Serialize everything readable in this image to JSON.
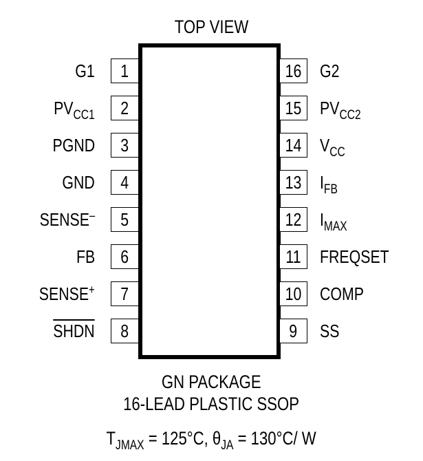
{
  "title": "TOP VIEW",
  "package": {
    "name": "GN PACKAGE",
    "description": "16-LEAD PLASTIC SSOP",
    "thermal": {
      "tjmax_symbol": "T",
      "tjmax_sub": "JMAX",
      "tjmax_value": " = 125°C, ",
      "theta_symbol": "θ",
      "theta_sub": "JA",
      "theta_value": " = 130°C/ W"
    }
  },
  "pins_left": [
    {
      "number": "1",
      "name": "G1",
      "sub": "",
      "sup": "",
      "overline": false
    },
    {
      "number": "2",
      "name": "PV",
      "sub": "CC1",
      "sup": "",
      "overline": false
    },
    {
      "number": "3",
      "name": "PGND",
      "sub": "",
      "sup": "",
      "overline": false
    },
    {
      "number": "4",
      "name": "GND",
      "sub": "",
      "sup": "",
      "overline": false
    },
    {
      "number": "5",
      "name": "SENSE",
      "sub": "",
      "sup": "–",
      "overline": false
    },
    {
      "number": "6",
      "name": "FB",
      "sub": "",
      "sup": "",
      "overline": false
    },
    {
      "number": "7",
      "name": "SENSE",
      "sub": "",
      "sup": "+",
      "overline": false
    },
    {
      "number": "8",
      "name": "SHDN",
      "sub": "",
      "sup": "",
      "overline": true
    }
  ],
  "pins_right": [
    {
      "number": "16",
      "name": "G2",
      "sub": ""
    },
    {
      "number": "15",
      "name": "PV",
      "sub": "CC2"
    },
    {
      "number": "14",
      "name": "V",
      "sub": "CC"
    },
    {
      "number": "13",
      "name": "I",
      "sub": "FB"
    },
    {
      "number": "12",
      "name": "I",
      "sub": "MAX"
    },
    {
      "number": "11",
      "name": "FREQSET",
      "sub": ""
    },
    {
      "number": "10",
      "name": "COMP",
      "sub": ""
    },
    {
      "number": "9",
      "name": "SS",
      "sub": ""
    }
  ]
}
